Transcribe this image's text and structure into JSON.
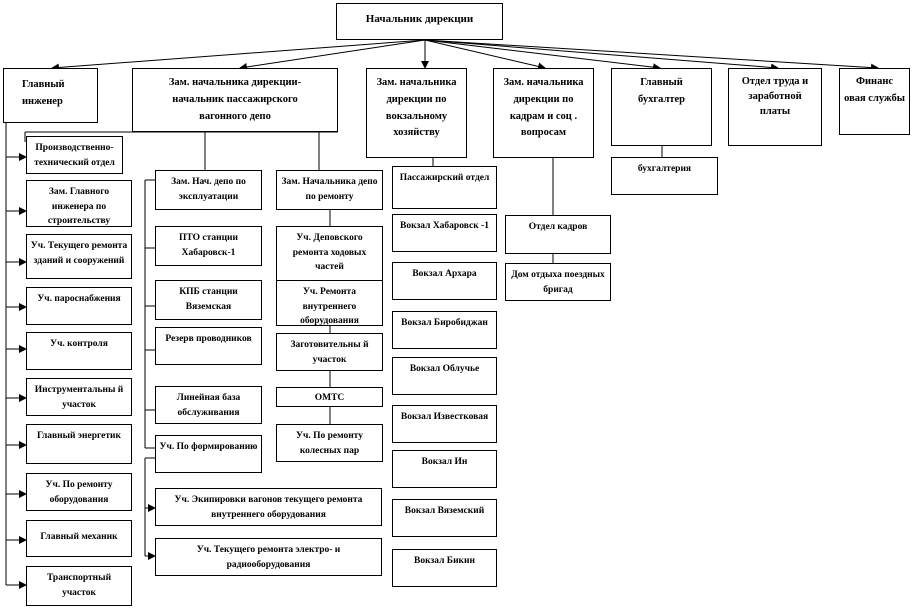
{
  "diagram": {
    "title": "Начальник дирекции",
    "level1": [
      {
        "label": "Главный инженер"
      },
      {
        "label": "Зам. начальника дирекции- начальник пассажирского вагонного депо"
      },
      {
        "label": "Зам. начальника дирекции по вокзальному хозяйству"
      },
      {
        "label": "Зам. начальника дирекции по кадрам и соц . вопросам"
      },
      {
        "label": "Главный бухгалтер"
      },
      {
        "label": "Отдел труда и заработной платы"
      },
      {
        "label": "Финанс овая службы"
      }
    ],
    "chief_engineer_units": [
      "Производственно-технический отдел",
      "Зам. Главного инженера по строительству",
      "Уч. Текущего ремонта зданий и сооружений",
      "Уч. пароснабжения",
      "Уч. контроля",
      "Инструментальны й участок",
      "Главный энергетик",
      "Уч. По ремонту оборудования",
      "Главный механик",
      "Транспортный участок"
    ],
    "depot_operations": {
      "head": "Зам. Нач. депо по эксплуатации",
      "units": [
        "ПТО станции Хабаровск-1",
        "КПБ станции Вяземская",
        "Резерв проводников",
        "Линейная база обслуживания",
        "Уч. По формированию"
      ]
    },
    "depot_extra_units": [
      "Уч. Экипировки вагонов текущего ремонта внутреннего оборудования",
      "Уч. Текущего ремонта электро- и радиооборудования"
    ],
    "depot_repair": {
      "head": "Зам. Начальника депо по ремонту",
      "units": [
        "Уч. Деповского ремонта ходовых частей",
        "Уч. Ремонта внутреннего оборудования",
        "Заготовительны й участок",
        "ОМТС",
        "Уч. По ремонту колесных пар"
      ]
    },
    "station_units": [
      "Пассажирский отдел",
      "Вокзал Хабаровск -1",
      "Вокзал Архара",
      "Вокзал Биробиджан",
      "Вокзал Облучье",
      "Вокзал Известковая",
      "Вокзал Ин",
      "Вокзал Вяземский",
      "Вокзал Бикин"
    ],
    "hr_units": [
      "Отдел кадров",
      "Дом отдыха поездных бригад"
    ],
    "accounting_units": [
      "бухгалтерия"
    ]
  }
}
